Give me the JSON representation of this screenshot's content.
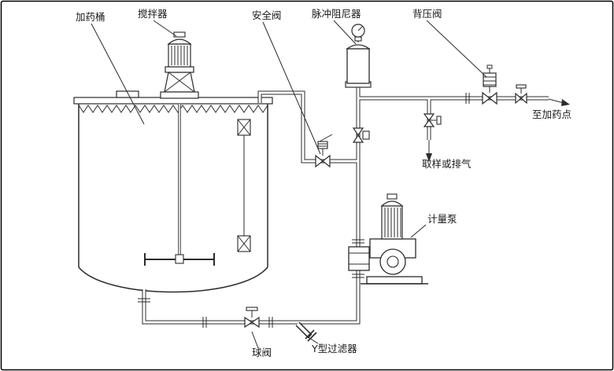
{
  "diagram": {
    "labels": {
      "dosing_tank": "加药桶",
      "agitator": "搅拌器",
      "safety_valve": "安全阀",
      "pulse_dampener": "脉冲阻尼器",
      "back_pressure_valve": "背压阀",
      "to_dosing_point": "至加药点",
      "sample_or_vent": "取样或排气",
      "metering_pump": "计量泵",
      "ball_valve": "球阀",
      "y_strainer": "Y型过滤器"
    },
    "colors": {
      "line": "#2b2b2b",
      "background": "#ffffff"
    }
  }
}
